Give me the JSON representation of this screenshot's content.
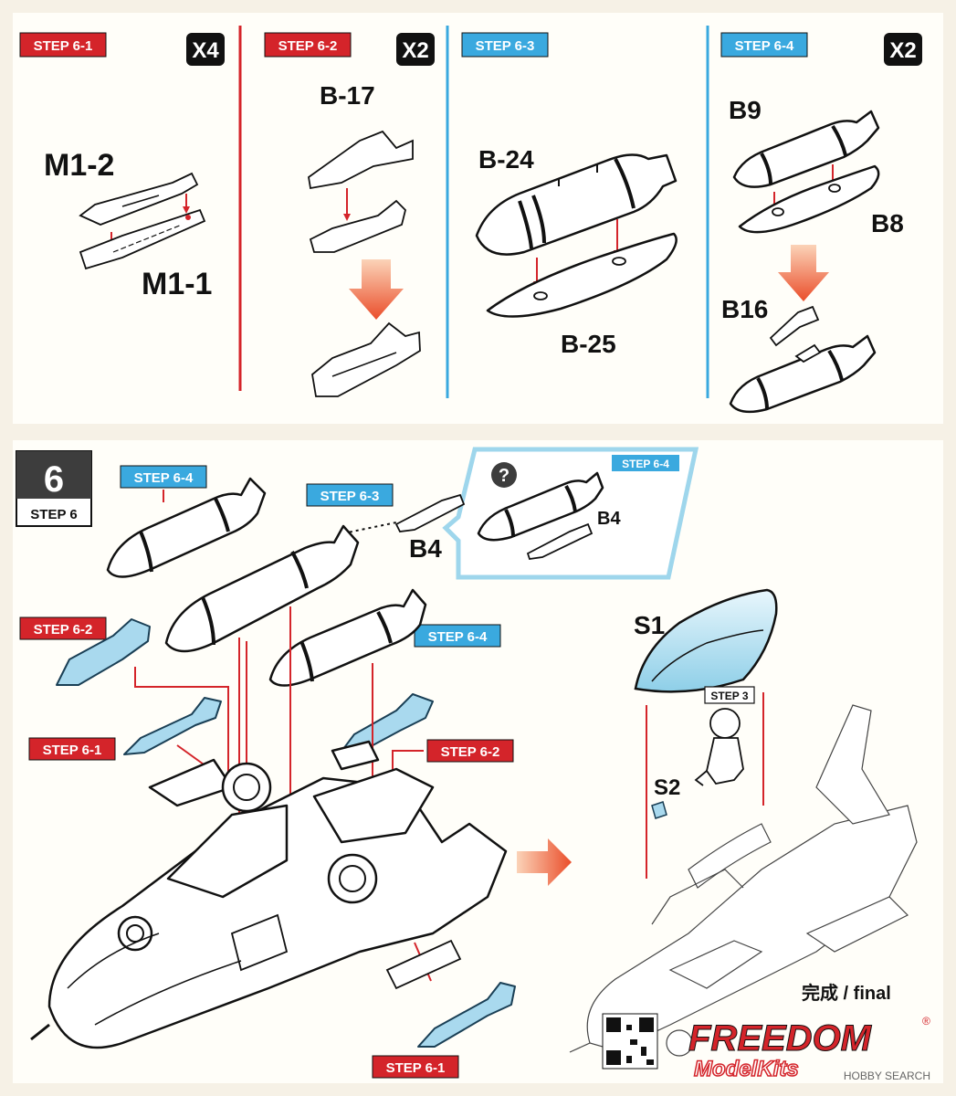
{
  "colors": {
    "red": "#d4242a",
    "blue": "#3aa9df",
    "divider_red": "#d4242a",
    "divider_blue": "#3aa9df",
    "background": "#f6f1e6"
  },
  "top": {
    "steps": [
      {
        "tag": "STEP 6-1",
        "qty": "X4",
        "labels": [
          "M1-2",
          "M1-1"
        ]
      },
      {
        "tag": "STEP 6-2",
        "qty": "X2",
        "labels": [
          "B-17"
        ]
      },
      {
        "tag": "STEP 6-3",
        "qty": "",
        "labels": [
          "B-24",
          "B-25"
        ]
      },
      {
        "tag": "STEP 6-4",
        "qty": "X2",
        "labels": [
          "B9",
          "B8",
          "B16"
        ]
      }
    ]
  },
  "bottom": {
    "step_number": "6",
    "step_label": "STEP 6",
    "tags": {
      "s64_top": "STEP 6-4",
      "s63": "STEP 6-3",
      "s64_callout": "STEP 6-4",
      "s62_left": "STEP 6-2",
      "s64_right": "STEP 6-4",
      "s61_left": "STEP 6-1",
      "s62_right": "STEP 6-2",
      "s61_bottom": "STEP 6-1",
      "s3": "STEP 3"
    },
    "callout_icon": "question-mark-icon",
    "callout_symbol": "?",
    "labels": {
      "b4": "B4",
      "b4_callout": "B4",
      "s1": "S1",
      "s2": "S2"
    },
    "final_text": "完成 / final",
    "brand": {
      "line1": "FREEDOM",
      "line2": "ModelKits",
      "registered": "®"
    },
    "watermark": "HOBBY SEARCH"
  }
}
